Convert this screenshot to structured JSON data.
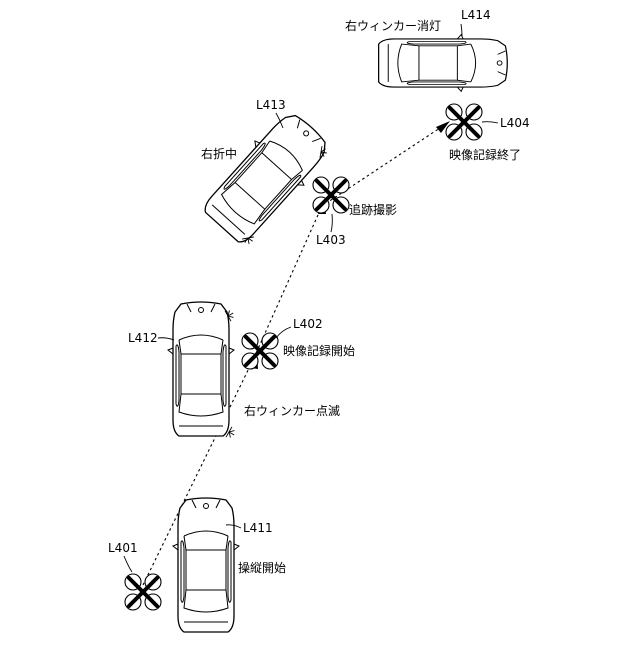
{
  "labels": {
    "L401": "L401",
    "L402": "L402",
    "L403": "L403",
    "L404": "L404",
    "L411": "L411",
    "L412": "L412",
    "L413": "L413",
    "L414": "L414"
  },
  "captions": {
    "operation_start": "操縦開始",
    "recording_start": "映像記録開始",
    "right_blinker_on": "右ウィンカー点滅",
    "turning_right": "右折中",
    "tracking_shot": "追跡撮影",
    "right_blinker_off": "右ウィンカー消灯",
    "recording_end": "映像記録終了"
  },
  "icons": {
    "drone": "quadcopter-drone-icon",
    "car": "top-view-car-icon",
    "blinker": "blinker-flash-icon"
  }
}
